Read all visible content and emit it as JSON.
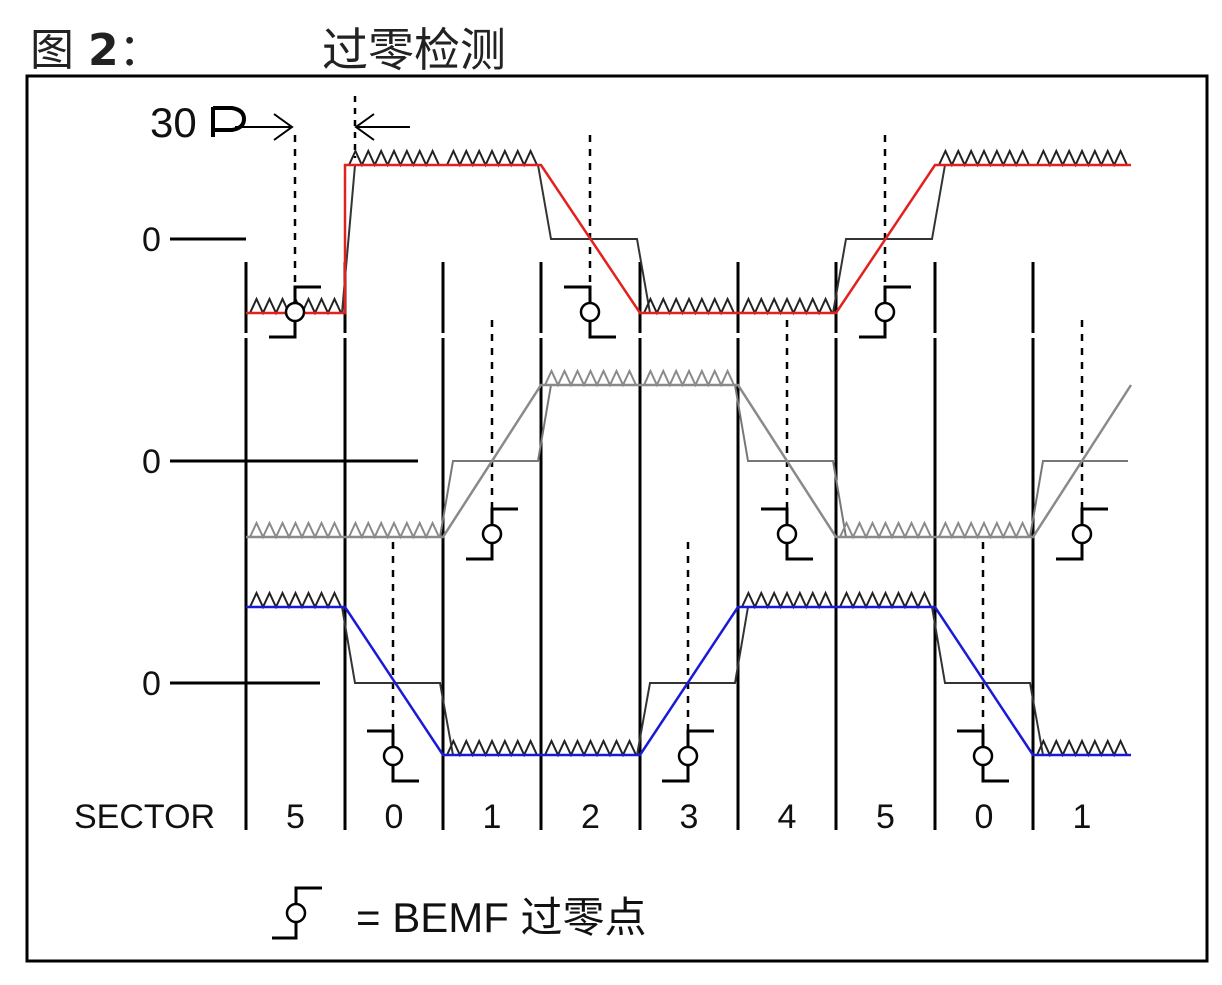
{
  "title": {
    "figure_label": "图",
    "figure_number": "2",
    "figure_colon": "：",
    "main": "过零检测"
  },
  "phase_shift_label": "30",
  "zero_label": "0",
  "sector_label": "SECTOR",
  "sectors": [
    "5",
    "0",
    "1",
    "2",
    "3",
    "4",
    "5",
    "0",
    "1"
  ],
  "legend_text": "= BEMF 过零点",
  "phase_colors": {
    "phase_a": "#e32020",
    "phase_b": "#8a8a8a",
    "phase_c": "#1a1ad6",
    "outline": "#000000"
  }
}
